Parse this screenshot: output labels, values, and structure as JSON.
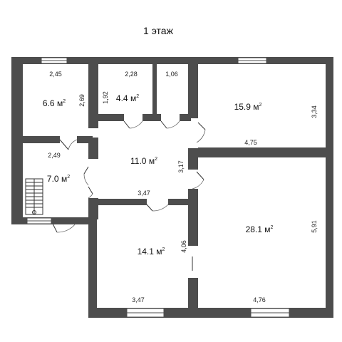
{
  "title": "1 этаж",
  "area_unit": "м",
  "area_exp": "2",
  "rooms": [
    {
      "id": "r1",
      "area": "6.6"
    },
    {
      "id": "r2",
      "area": "4.4"
    },
    {
      "id": "r3",
      "area": "15.9"
    },
    {
      "id": "r4",
      "area": "7.0"
    },
    {
      "id": "r5",
      "area": "11.0"
    },
    {
      "id": "r6",
      "area": "28.1"
    },
    {
      "id": "r7",
      "area": "14.1"
    }
  ],
  "dimensions": [
    "2,45",
    "2,69",
    "2,28",
    "1,92",
    "1,06",
    "3,34",
    "4,75",
    "2,49",
    "3,17",
    "3,47",
    "5,91",
    "4,06",
    "3,47",
    "4,76"
  ],
  "colors": {
    "wall": "#4d4d4d",
    "background": "#ffffff"
  }
}
